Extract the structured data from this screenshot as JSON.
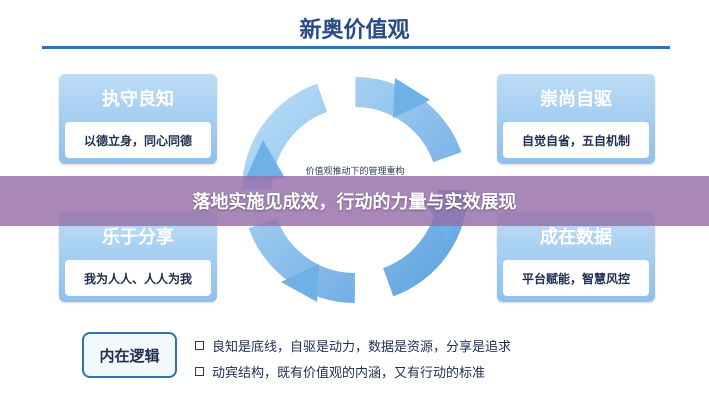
{
  "title": "新奥价值观",
  "cards": [
    {
      "head": "执守良知",
      "body": "以德立身，同心同德"
    },
    {
      "head": "崇尚自驱",
      "body": "自觉自省，五自机制"
    },
    {
      "head": "乐于分享",
      "body": "我为人人、人人为我"
    },
    {
      "head": "成在数据",
      "body": "平台赋能，智慧风控"
    }
  ],
  "cycle": {
    "label": "价值观推动下的管理重构"
  },
  "banner": {
    "text": "落地实施见成效，行动的力量与实效展现"
  },
  "logic": {
    "button_label": "内在逻辑",
    "bullets": [
      "良知是底线，自驱是动力，数据是资源，分享是追求",
      "动宾结构，既有价值观的内涵，又有行动的标准"
    ]
  },
  "colors": {
    "accent": "#2f6fb6",
    "card": "#8fc0ea",
    "banner": "#966eaa"
  }
}
